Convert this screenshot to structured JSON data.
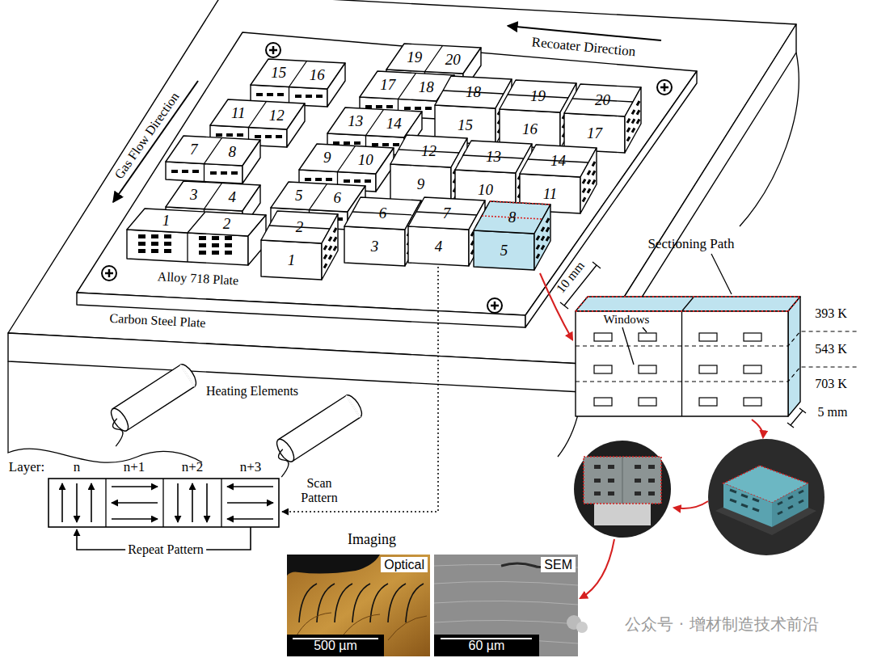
{
  "diagram": {
    "nodes": [
      {
        "text": [
          "Optical",
          "500 µm"
        ]
      },
      {
        "text": [
          "SEM",
          "60 µm"
        ]
      }
    ],
    "labels": [
      "Recoater Direction",
      "Gas Flow Direction",
      "19",
      "20",
      "15",
      "16",
      "17",
      "18",
      "11",
      "12",
      "13",
      "14",
      "7",
      "8",
      "9",
      "10",
      "3",
      "4",
      "5",
      "6",
      "1",
      "2",
      "18",
      "15",
      "19",
      "16",
      "20",
      "17",
      "12",
      "9",
      "13",
      "10",
      "14",
      "11",
      "2",
      "1",
      "6",
      "3",
      "7",
      "4",
      "8",
      "5",
      "Alloy 718 Plate",
      "Carbon Steel Plate",
      "Heating Elements",
      "Layer:",
      "n",
      "n+1",
      "n+2",
      "n+3",
      "Scan Pattern",
      "Repeat Pattern",
      "Imaging",
      "Sectioning Path",
      "10 mm",
      "Windows",
      "393 K",
      "543 K",
      "703 K",
      "5 mm",
      "公众号 · 增材制造技术前沿"
    ]
  }
}
